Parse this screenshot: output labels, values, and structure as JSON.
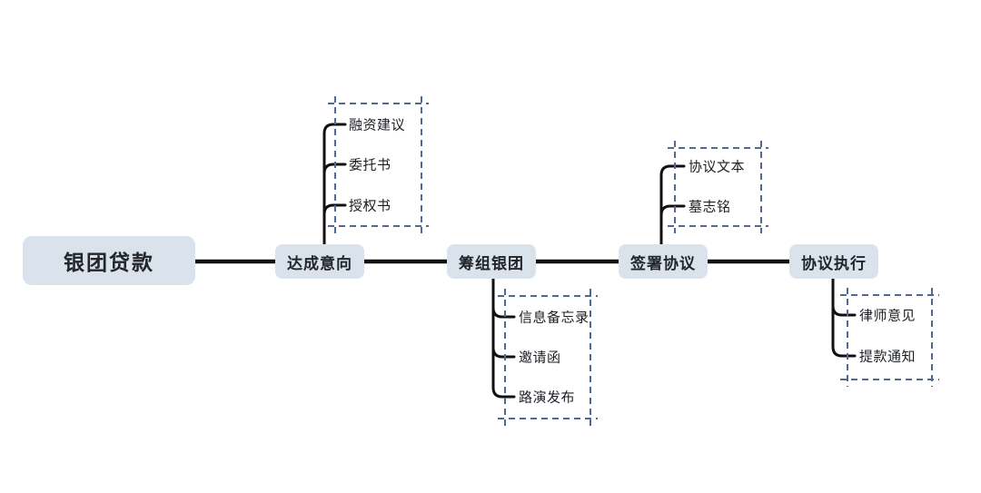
{
  "diagram": {
    "type": "mindmap-flow",
    "colors": {
      "node_fill": "#dae2eb",
      "node_text": "#22262b",
      "connector": "#111111",
      "dashed_box": "#4f6a94",
      "background": "#ffffff"
    },
    "root": {
      "label": "银团贷款"
    },
    "stages": [
      {
        "label": "达成意向",
        "children_position": "above",
        "children": [
          {
            "label": "融资建议"
          },
          {
            "label": "委托书"
          },
          {
            "label": "授权书"
          }
        ]
      },
      {
        "label": "筹组银团",
        "children_position": "below",
        "children": [
          {
            "label": "信息备忘录"
          },
          {
            "label": "邀请函"
          },
          {
            "label": "路演发布"
          }
        ]
      },
      {
        "label": "签署协议",
        "children_position": "above",
        "children": [
          {
            "label": "协议文本"
          },
          {
            "label": "墓志铭"
          }
        ]
      },
      {
        "label": "协议执行",
        "children_position": "below",
        "children": [
          {
            "label": "律师意见"
          },
          {
            "label": "提款通知"
          }
        ]
      }
    ]
  }
}
